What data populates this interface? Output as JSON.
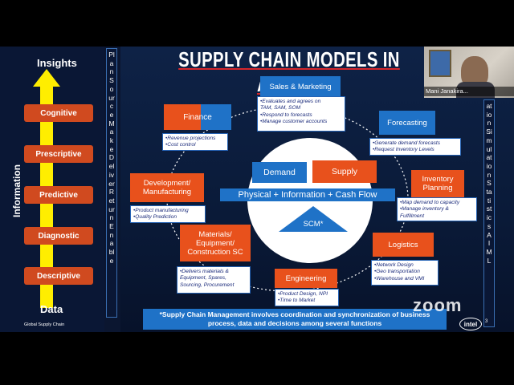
{
  "slide": {
    "title": "SUPPLY CHAIN MODELS IN ACTION",
    "left_axis": {
      "top_label": "Insights",
      "bottom_label": "Data",
      "side_label": "Information",
      "stages": [
        "Cognitive",
        "Prescriptive",
        "Predictive",
        "Diagnostic",
        "Descriptive"
      ]
    },
    "left_vertical_text": "Plan Source Make Deliver Return Enable",
    "right_vertical_text": "ation Simulation Statistics AI ML",
    "center": {
      "demand": "Demand",
      "supply": "Supply",
      "flow": "Physical + Information + Cash Flow",
      "scm": "SCM*"
    },
    "nodes": {
      "sales": {
        "label": "Sales & Marketing",
        "notes": [
          "•Evaluates and agrees on",
          "TAM, SAM, SOM",
          "•Respond to forecasts",
          "•Manage customer accounts"
        ]
      },
      "forecasting": {
        "label": "Forecasting",
        "notes": [
          "•Generate demand forecasts",
          "•Request Inventory Levels"
        ]
      },
      "inventory": {
        "label": "Inventory Planning",
        "notes": [
          "•Map demand to capacity",
          "•Manage inventory &",
          "Fulfillment"
        ]
      },
      "logistics": {
        "label": "Logistics",
        "notes": [
          "•Network Design",
          "•Geo transportation",
          "•Warehouse and VMI"
        ]
      },
      "engineering": {
        "label": "Engineering",
        "notes": [
          "•Product Design, NPI",
          "•Time to Market"
        ]
      },
      "materials": {
        "label": "Materials/ Equipment/ Construction SC",
        "notes": [
          "•Delivers materials &",
          "Equipment, Spares,",
          "Sourcing, Procurement"
        ]
      },
      "development": {
        "label": "Development/ Manufacturing",
        "notes": [
          "•Product manufacturing",
          "•Quality Prediction"
        ]
      },
      "finance": {
        "label": "Finance",
        "notes": [
          "•Revenue projections",
          "•Cost control"
        ]
      }
    },
    "footnote": "*Supply Chain Management involves coordination and synchronization of business process, data and decisions among several functions",
    "footer_left": "Global Supply Chain",
    "page_number": "3",
    "intel_logo": "intel"
  },
  "video": {
    "participant_name": "Mani Janakira...",
    "watermark": "zoom"
  },
  "colors": {
    "slide_bg": "#0b1630",
    "orange": "#e8511c",
    "blue": "#1f72c7",
    "arrow_yellow": "#ffee00",
    "stage_red": "#d04a1f",
    "note_text": "#1a2a7a"
  }
}
